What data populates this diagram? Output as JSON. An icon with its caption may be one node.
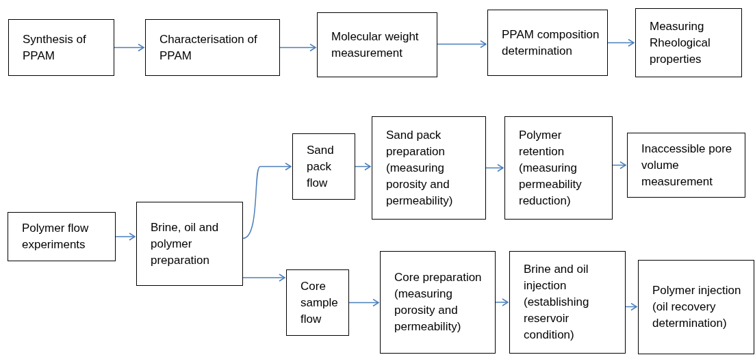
{
  "diagram": {
    "nodes": [
      {
        "text": [
          "Synthesis of PPAM"
        ]
      },
      {
        "text": [
          "Characterisation of PPAM"
        ]
      },
      {
        "text": [
          "Molecular weight measurement"
        ]
      },
      {
        "text": [
          "PPAM composition determination"
        ]
      },
      {
        "text": [
          "Measuring Rheological properties"
        ]
      },
      {
        "text": [
          "Polymer flow experiments"
        ]
      },
      {
        "text": [
          "Brine, oil and polymer preparation"
        ]
      },
      {
        "text": [
          "Sand pack flow"
        ]
      },
      {
        "text": [
          "Sand pack preparation (measuring porosity and permeability)"
        ]
      },
      {
        "text": [
          "Polymer retention (measuring permeability reduction)"
        ]
      },
      {
        "text": [
          "Inaccessible pore volume measurement"
        ]
      },
      {
        "text": [
          "Core sample flow"
        ]
      },
      {
        "text": [
          "Core preparation (measuring porosity and permeability)"
        ]
      },
      {
        "text": [
          "Brine and oil injection (establishing reservoir condition)"
        ]
      },
      {
        "text": [
          "Polymer injection (oil recovery determination)"
        ]
      }
    ],
    "edges": [
      {
        "from": 0,
        "to": 1,
        "arrow": "to"
      },
      {
        "from": 1,
        "to": 2,
        "arrow": "to"
      },
      {
        "from": 2,
        "to": 3,
        "arrow": "to"
      },
      {
        "from": 3,
        "to": 4,
        "arrow": "to"
      },
      {
        "from": 5,
        "to": 6,
        "arrow": "to"
      },
      {
        "from": 6,
        "to": 7,
        "arrow": "to"
      },
      {
        "from": 6,
        "to": 11,
        "arrow": "to"
      },
      {
        "from": 7,
        "to": 8,
        "arrow": "to"
      },
      {
        "from": 8,
        "to": 9,
        "arrow": "to"
      },
      {
        "from": 9,
        "to": 10,
        "arrow": "to"
      },
      {
        "from": 11,
        "to": 12,
        "arrow": "to"
      },
      {
        "from": 12,
        "to": 13,
        "arrow": "to"
      },
      {
        "from": 13,
        "to": 14,
        "arrow": "to"
      }
    ]
  }
}
